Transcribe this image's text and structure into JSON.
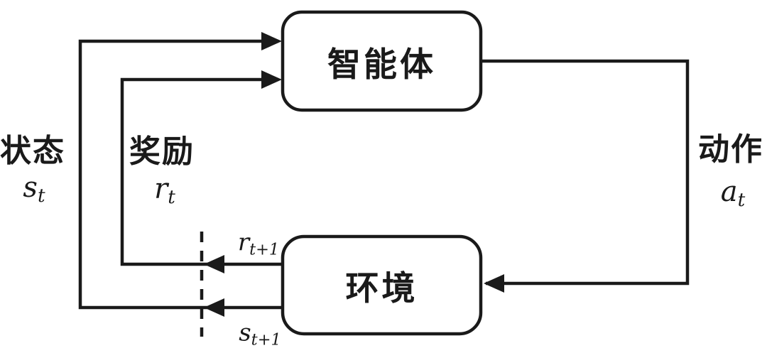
{
  "diagram": {
    "title_implicit": "agent-environment-loop",
    "agent_box": {
      "label": "智能体"
    },
    "environment_box": {
      "label": "环境"
    },
    "state": {
      "label": "状态",
      "symbol_base": "s",
      "symbol_sub": "t"
    },
    "reward": {
      "label": "奖励",
      "symbol_base": "r",
      "symbol_sub": "t"
    },
    "action": {
      "label": "动作",
      "symbol_base": "a",
      "symbol_sub": "t"
    },
    "next_reward": {
      "symbol_base": "r",
      "symbol_sub": "t+1"
    },
    "next_state": {
      "symbol_base": "s",
      "symbol_sub": "t+1"
    },
    "colors": {
      "stroke": "#1a1a1a",
      "background": "#ffffff",
      "box_fill": "#ffffff"
    }
  }
}
